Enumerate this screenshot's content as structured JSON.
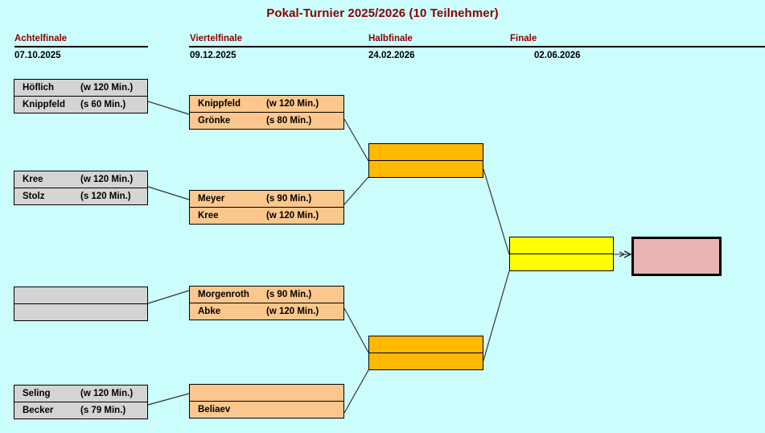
{
  "page": {
    "title": "Pokal-Turnier 2025/2026 (10 Teilnehmer)",
    "background_color": "#ccfdfd",
    "title_color": "#8b0000"
  },
  "rounds": [
    {
      "id": "achtelfinale",
      "label": "Achtelfinale",
      "date": "07.10.2025"
    },
    {
      "id": "viertelfinale",
      "label": "Viertelfinale",
      "date": "09.12.2025"
    },
    {
      "id": "halbfinale",
      "label": "Halbfinale",
      "date": "24.02.2026"
    },
    {
      "id": "finale",
      "label": "Finale",
      "date": "02.06.2026"
    }
  ],
  "colors": {
    "round16_box": "#d4d4d4",
    "quarterfinal_box": "#fbc78d",
    "semifinal_box": "#ffb900",
    "final_box": "#ffff00",
    "winner_box": "#e8b4b4",
    "border": "#000000"
  },
  "matches": {
    "r16_1": {
      "top": {
        "name": "Höflich",
        "score": "(w 120 Min.)"
      },
      "bottom": {
        "name": "Knippfeld",
        "score": "(s 60 Min.)"
      }
    },
    "r16_2": {
      "top": {
        "name": "Kree",
        "score": "(w 120 Min.)"
      },
      "bottom": {
        "name": "Stolz",
        "score": "(s 120 Min.)"
      }
    },
    "r16_3": {
      "top": {
        "name": "",
        "score": ""
      },
      "bottom": {
        "name": "",
        "score": ""
      }
    },
    "r16_4": {
      "top": {
        "name": "Seling",
        "score": "(w 120 Min.)"
      },
      "bottom": {
        "name": "Becker",
        "score": "(s 79 Min.)"
      }
    },
    "qf_1": {
      "top": {
        "name": "Knippfeld",
        "score": "(w 120 Min.)"
      },
      "bottom": {
        "name": "Grönke",
        "score": "(s 80 Min.)"
      }
    },
    "qf_2": {
      "top": {
        "name": "Meyer",
        "score": "(s 90 Min.)"
      },
      "bottom": {
        "name": "Kree",
        "score": "(w 120 Min.)"
      }
    },
    "qf_3": {
      "top": {
        "name": "Morgenroth",
        "score": "(s 90 Min.)"
      },
      "bottom": {
        "name": "Abke",
        "score": "(w 120 Min.)"
      }
    },
    "qf_4": {
      "top": {
        "name": "",
        "score": ""
      },
      "bottom": {
        "name": "Beliaev",
        "score": ""
      }
    },
    "sf_1": {
      "top": {
        "name": "",
        "score": ""
      },
      "bottom": {
        "name": "",
        "score": ""
      }
    },
    "sf_2": {
      "top": {
        "name": "",
        "score": ""
      },
      "bottom": {
        "name": "",
        "score": ""
      }
    },
    "final": {
      "top": {
        "name": "",
        "score": ""
      },
      "bottom": {
        "name": "",
        "score": ""
      }
    },
    "winner": {
      "name": ""
    }
  }
}
